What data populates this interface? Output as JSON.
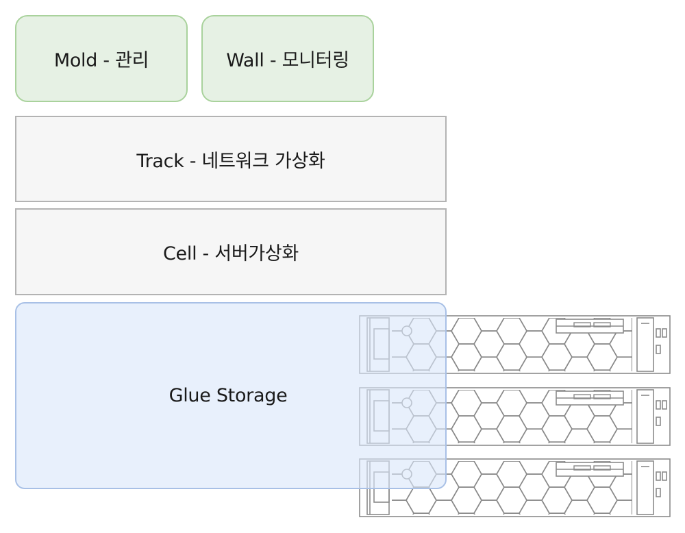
{
  "diagram": {
    "layers": {
      "mold": {
        "label": "Mold - 관리"
      },
      "wall": {
        "label": "Wall - 모니터링"
      },
      "track": {
        "label": "Track - 네트워크 가상화"
      },
      "cell": {
        "label": "Cell - 서버가상화"
      },
      "storage": {
        "label": "Glue Storage"
      }
    },
    "servers": {
      "count": 3
    },
    "colors": {
      "green_fill": "#e6f1e4",
      "green_border": "#a9d29c",
      "grey_fill": "#f6f6f6",
      "grey_border": "#b3b3b3",
      "blue_fill": "#e6edfa",
      "blue_border": "#a8c0e6",
      "server_stroke": "#8a8a8a"
    }
  }
}
